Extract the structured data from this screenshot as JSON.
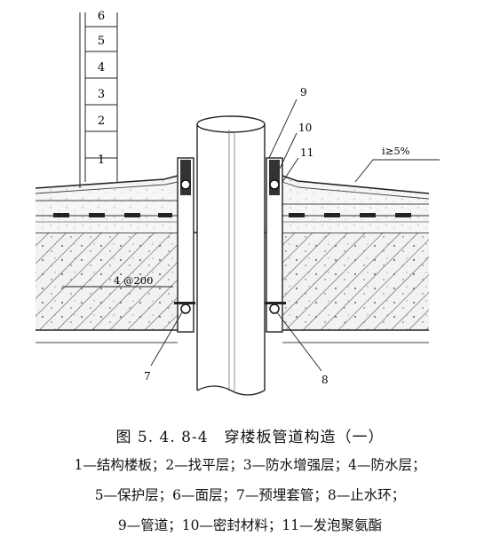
{
  "figure": {
    "layer_scale_labels": [
      "6",
      "5",
      "4",
      "3",
      "2",
      "1"
    ],
    "callouts": {
      "pipe": "9",
      "sealing_material": "10",
      "polyurethane_foam": "11",
      "embedded_sleeve": "7",
      "water_stop_ring": "8"
    },
    "slope_label": "i≥5%",
    "rebar_label": "4 @200"
  },
  "caption": "图 5. 4. 8-4　穿楼板管道构造（一）",
  "legend": {
    "line1": "1—结构楼板；2—找平层；3—防水增强层；4—防水层；",
    "line2": "5—保护层；6—面层；7—预埋套管；8—止水环；",
    "line3": "9—管道；10—密封材料；11—发泡聚氨酯"
  }
}
